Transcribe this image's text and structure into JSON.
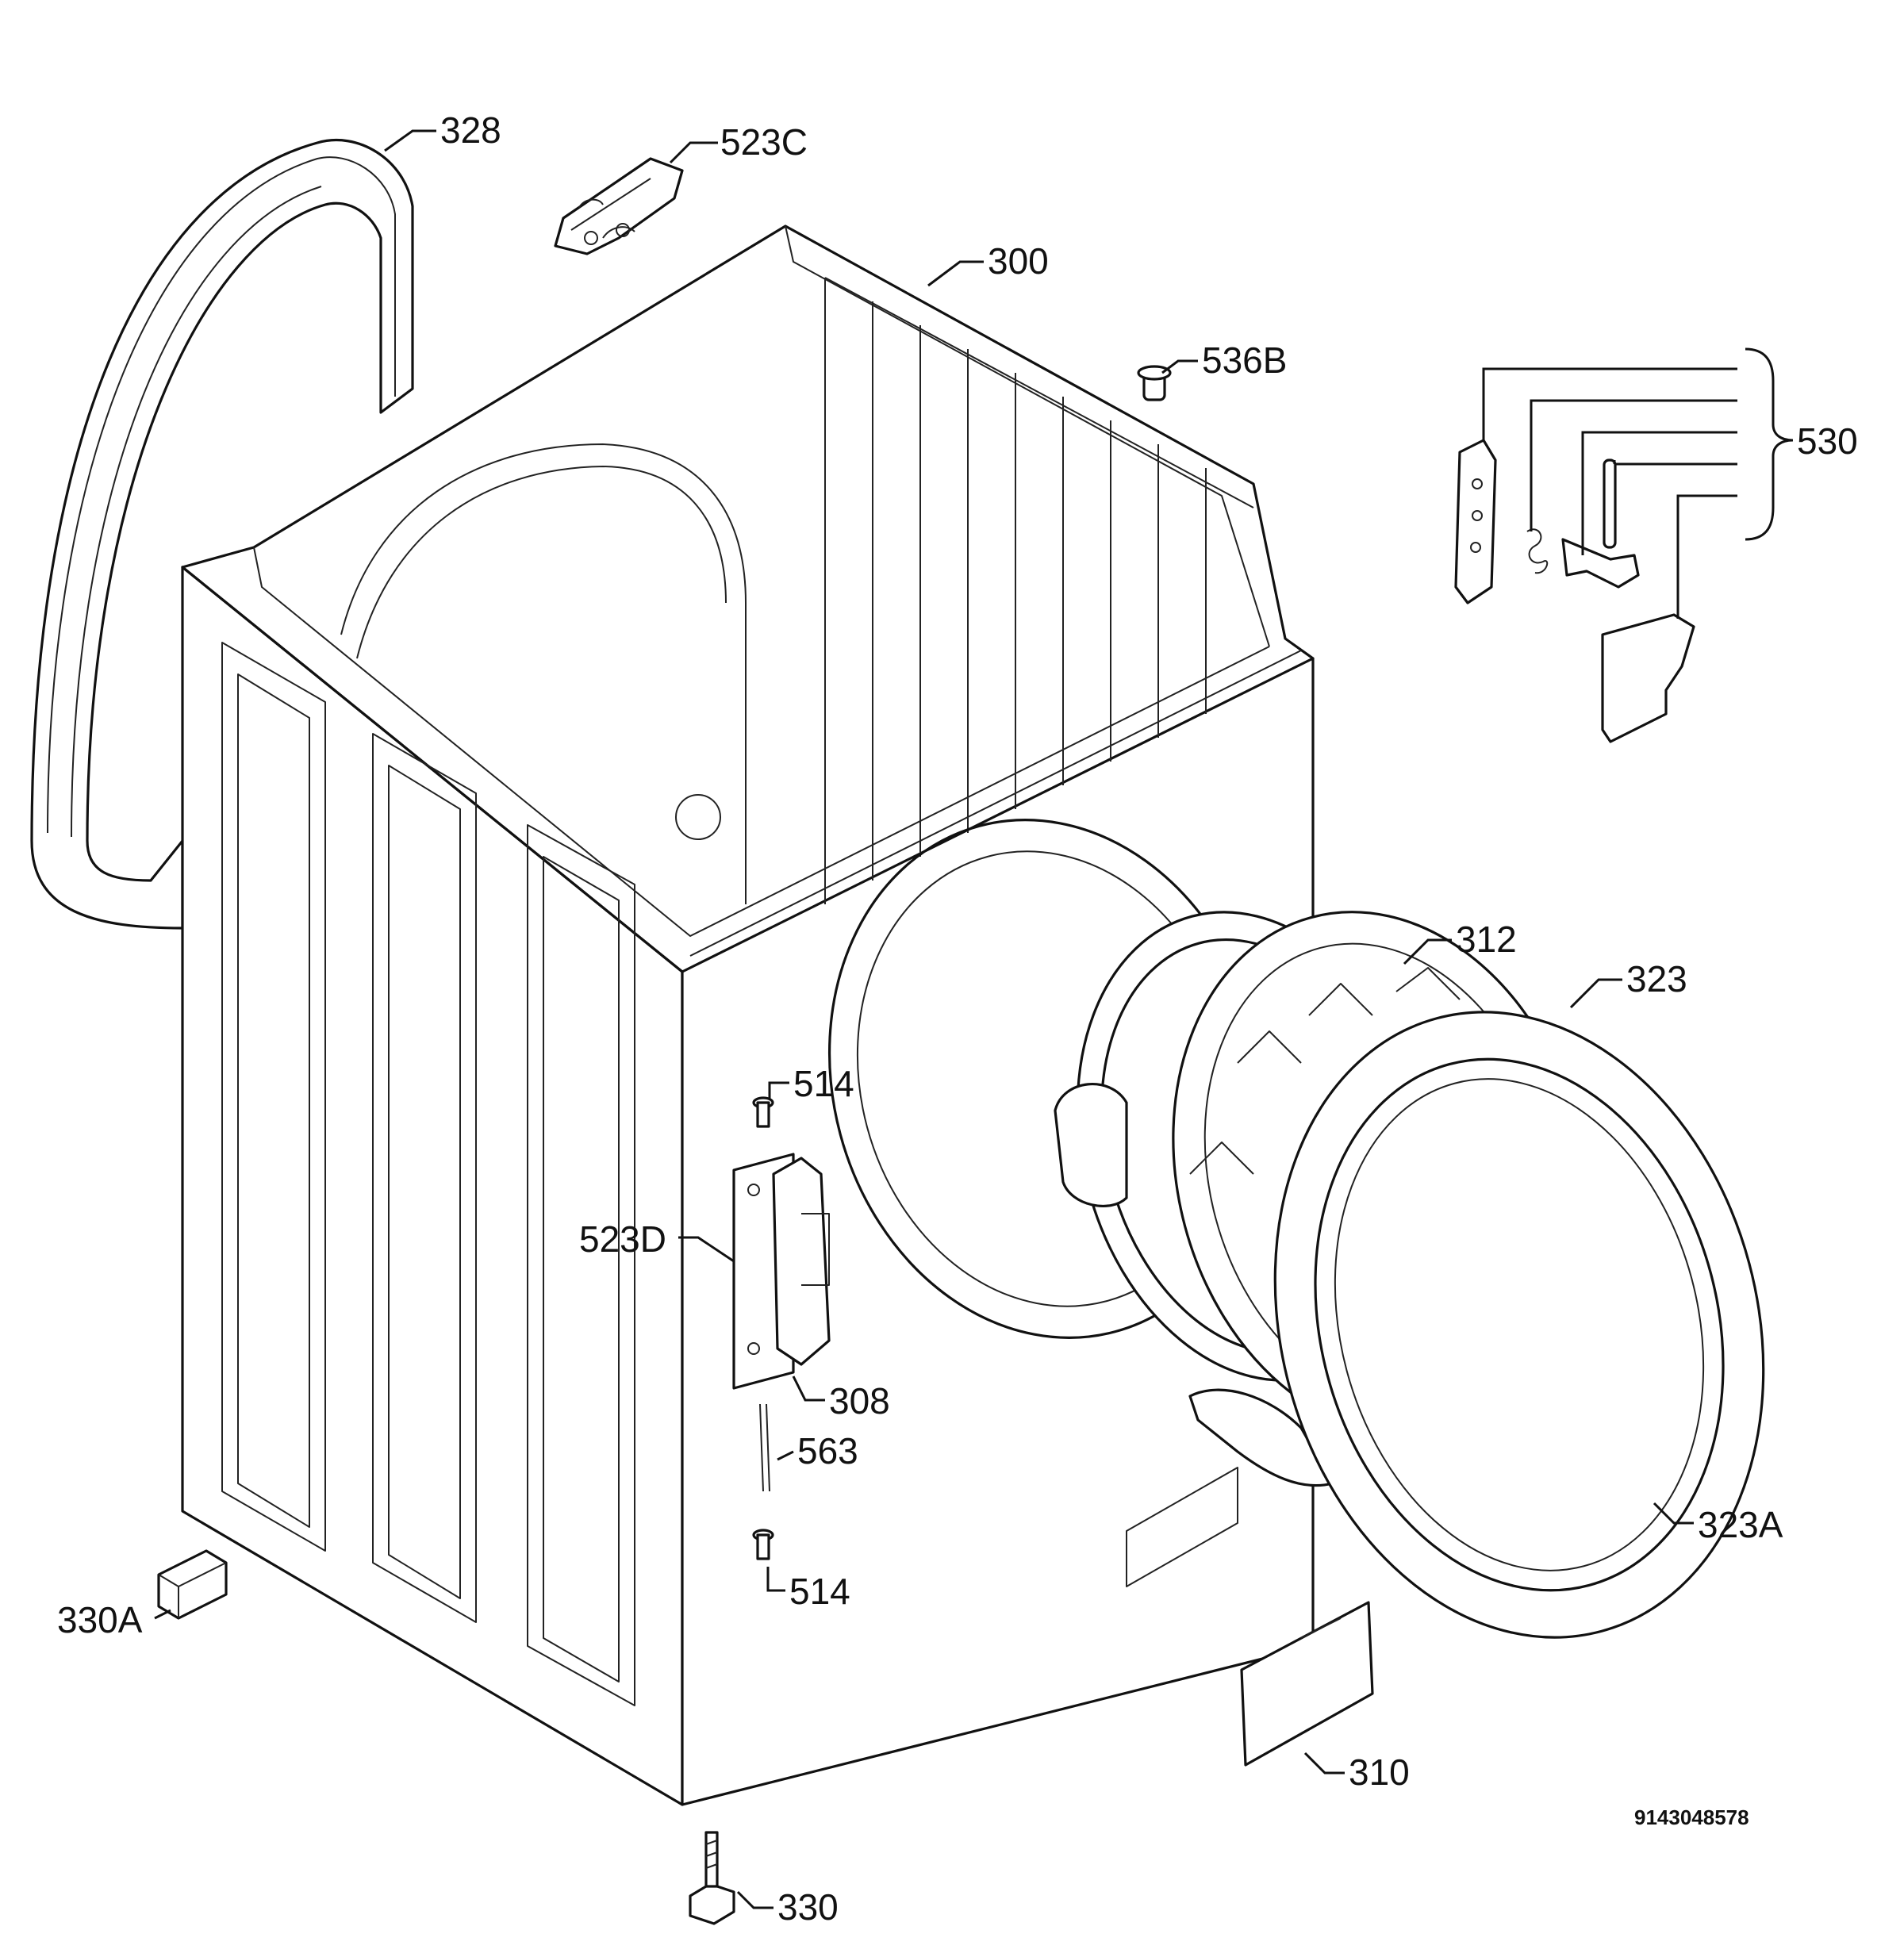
{
  "labels": {
    "p328": "328",
    "p523c": "523C",
    "p300": "300",
    "p536b": "536B",
    "p530": "530",
    "p312": "312",
    "p323": "323",
    "p514_top": "514",
    "p523d": "523D",
    "p308": "308",
    "p563": "563",
    "p514_bottom": "514",
    "p323a": "323A",
    "p330a": "330A",
    "p310": "310",
    "p330": "330"
  },
  "document_number": "9143048578"
}
